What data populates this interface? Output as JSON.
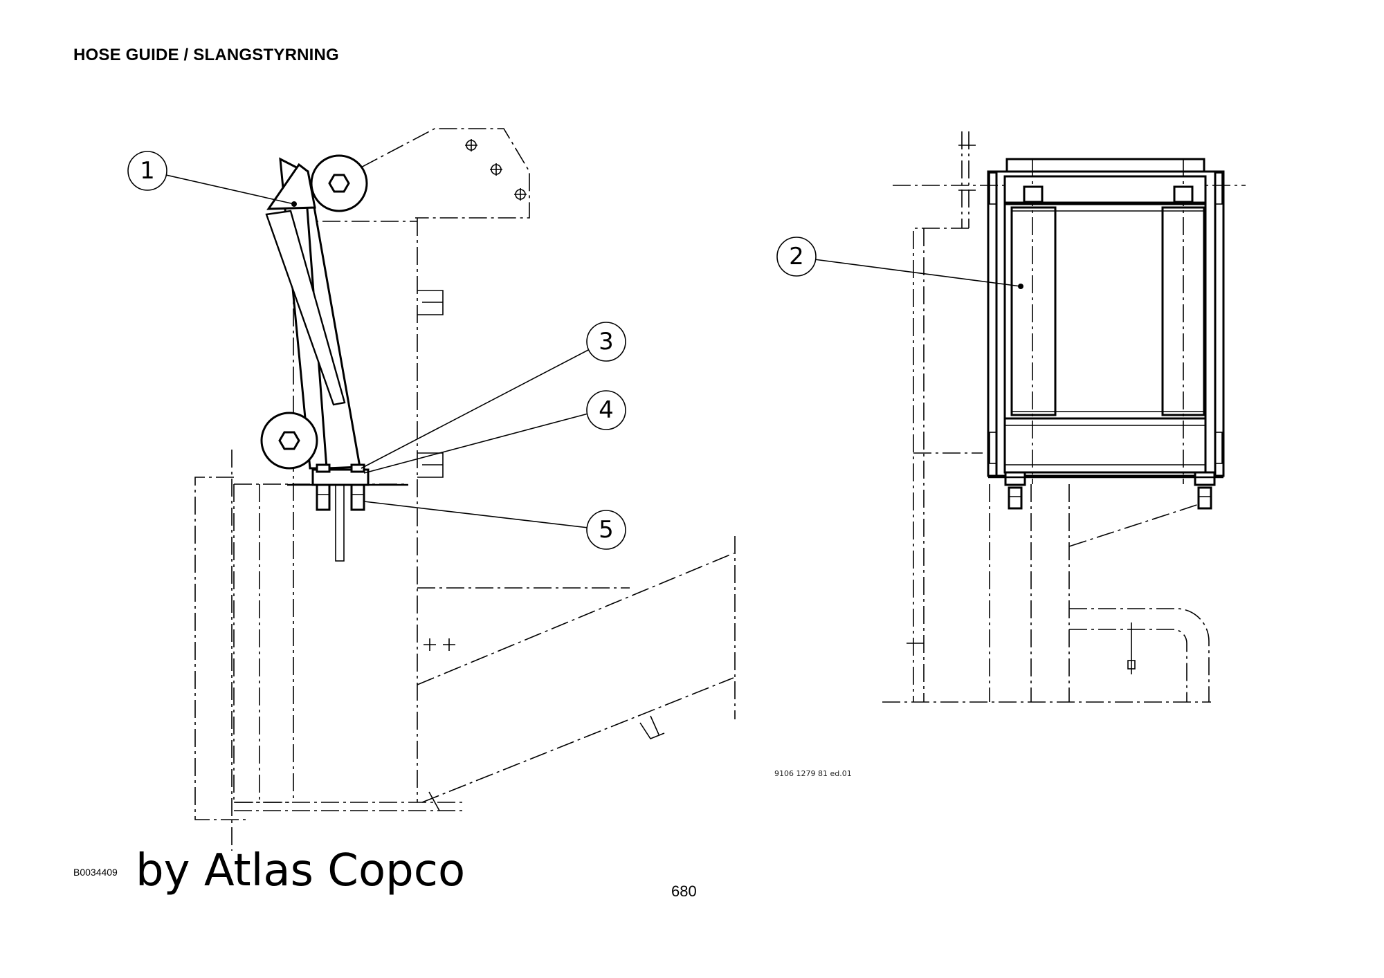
{
  "header": {
    "title": "HOSE GUIDE / SLANGSTYRNING"
  },
  "footer": {
    "document_id": "B0034409",
    "brand": "by Atlas Copco",
    "page_number": "680"
  },
  "drawing": {
    "drawing_number": "9106 1279 81 ed.01",
    "callouts": [
      {
        "label": "1"
      },
      {
        "label": "2"
      },
      {
        "label": "3"
      },
      {
        "label": "4"
      },
      {
        "label": "5"
      }
    ]
  }
}
